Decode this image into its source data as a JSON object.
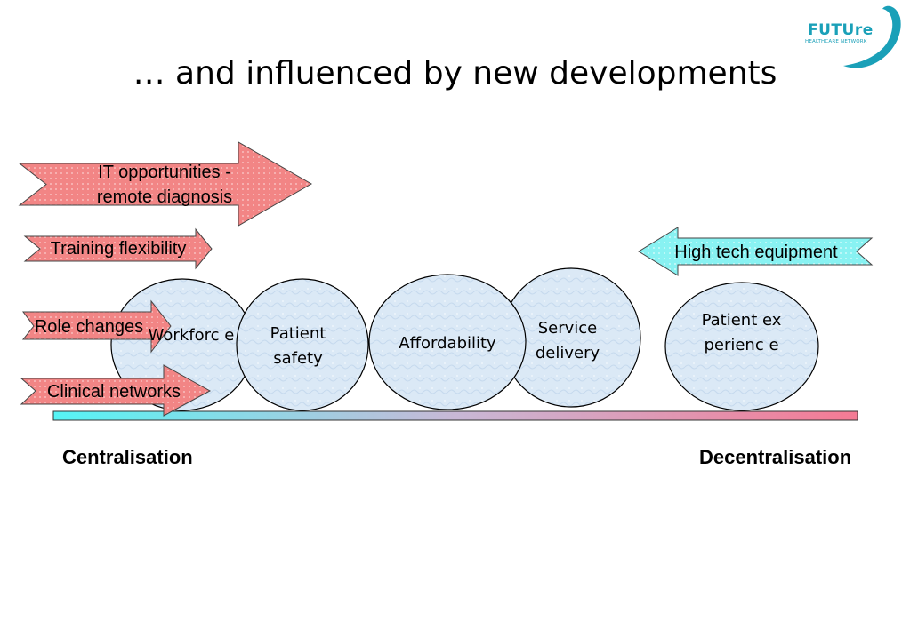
{
  "title": "… and influenced by new developments",
  "logo": {
    "name": "FUTUre",
    "subtitle": "HEALTHCARE NETWORK"
  },
  "circles": {
    "workforce": "Workforc e",
    "patient_safety": "Patient safety",
    "affordability": "Affordability",
    "service_delivery": "Service delivery",
    "patient_experience": "Patient experienc e"
  },
  "arrows": {
    "it_opportunities": "IT opportunities - remote diagnosis",
    "training_flexibility": "Training flexibility",
    "role_changes": "Role changes",
    "clinical_networks": "Clinical networks",
    "high_tech_equipment": "High tech equipment"
  },
  "axis": {
    "left": "Centralisation",
    "right": "Decentralisation"
  },
  "colors": {
    "right_arrows": "#f28585",
    "left_arrow": "#88f2f2",
    "circles": "#dbe9f6",
    "bar_start": "#55f5f5",
    "bar_end": "#f57a94"
  }
}
